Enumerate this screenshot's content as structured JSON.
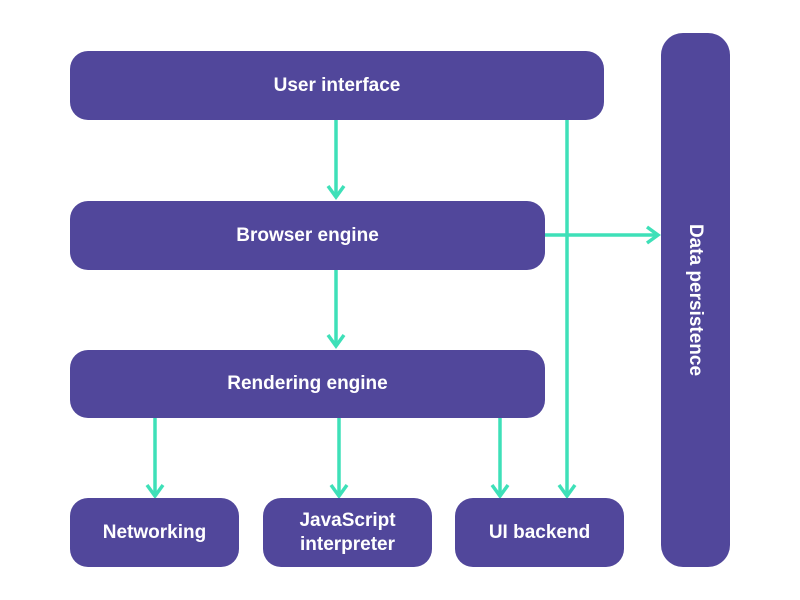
{
  "diagram": {
    "colors": {
      "box_fill": "#51479b",
      "box_text": "#ffffff",
      "arrow": "#3ee0b8"
    },
    "nodes": {
      "user_interface": "User interface",
      "browser_engine": "Browser engine",
      "rendering_engine": "Rendering engine",
      "networking": "Networking",
      "js_interpreter_line1": "JavaScript",
      "js_interpreter_line2": "interpreter",
      "ui_backend": "UI backend",
      "data_persistence": "Data persistence"
    },
    "edges": [
      {
        "from": "User interface",
        "to": "Browser engine"
      },
      {
        "from": "User interface",
        "to": "UI backend"
      },
      {
        "from": "Browser engine",
        "to": "Rendering engine"
      },
      {
        "from": "Browser engine",
        "to": "Data persistence"
      },
      {
        "from": "Rendering engine",
        "to": "Networking"
      },
      {
        "from": "Rendering engine",
        "to": "JavaScript interpreter"
      },
      {
        "from": "Rendering engine",
        "to": "UI backend"
      }
    ]
  }
}
